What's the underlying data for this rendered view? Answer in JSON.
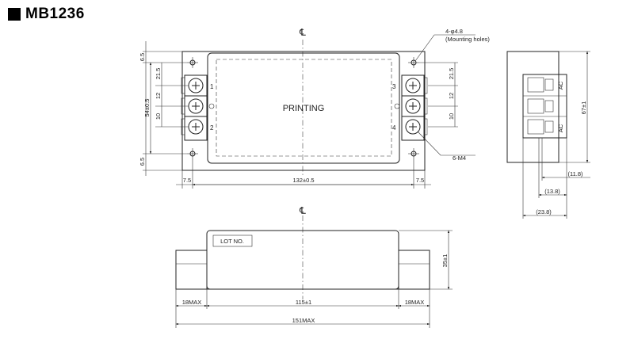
{
  "title": "MB1236",
  "top_view": {
    "centerline": "℄",
    "printing": "PRINTING",
    "mounting_note": {
      "spec": "4-φ4.8",
      "caption": "(Mounting holes)"
    },
    "screw_note": "6-M4",
    "terminals_left": [
      "1",
      "2"
    ],
    "terminals_right": [
      "3",
      "4"
    ],
    "dims_left": [
      "6.5",
      "21.5",
      "12",
      "10",
      "6.5"
    ],
    "dim_overall_height": "54±0.5",
    "dims_right": [
      "21.5",
      "12",
      "10"
    ],
    "dims_bottom": [
      "7.5",
      "132±0.5",
      "7.5"
    ]
  },
  "side_view": {
    "label_ac": "AC",
    "dim_height": "67±1",
    "dims": [
      "(11.8)",
      "(13.8)",
      "(23.8)"
    ]
  },
  "front_view": {
    "centerline": "℄",
    "lot_label": "LOT  NO.",
    "dim_height": "35±1",
    "dims_row1": [
      "18MAX",
      "115±1",
      "18MAX"
    ],
    "dim_overall": "151MAX"
  }
}
